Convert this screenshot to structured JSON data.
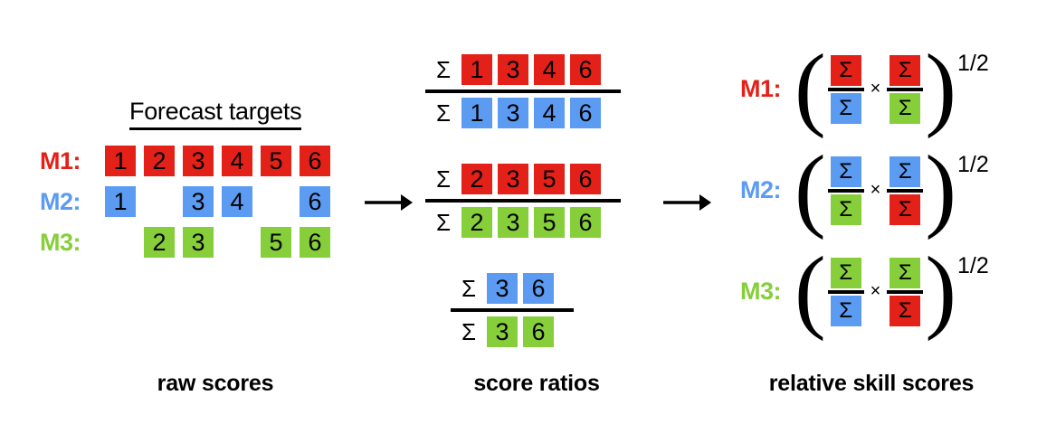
{
  "colors": {
    "red": "#E32119",
    "blue": "#5B9BF2",
    "green": "#86CF3A",
    "black": "#000000",
    "background": "#FFFFFF"
  },
  "symbols": {
    "sigma": "Σ",
    "times": "×",
    "paren_left": "(",
    "paren_right": ")",
    "exponent": "1/2",
    "arrow": "right-arrow"
  },
  "raw_scores": {
    "header": "Forecast targets",
    "caption": "raw scores",
    "columns": [
      "1",
      "2",
      "3",
      "4",
      "5",
      "6"
    ],
    "rows": [
      {
        "label": "M1:",
        "color": "red",
        "cells": [
          {
            "value": "1",
            "present": true
          },
          {
            "value": "2",
            "present": true
          },
          {
            "value": "3",
            "present": true
          },
          {
            "value": "4",
            "present": true
          },
          {
            "value": "5",
            "present": true
          },
          {
            "value": "6",
            "present": true
          }
        ]
      },
      {
        "label": "M2:",
        "color": "blue",
        "cells": [
          {
            "value": "1",
            "present": true
          },
          {
            "value": "",
            "present": false
          },
          {
            "value": "3",
            "present": true
          },
          {
            "value": "4",
            "present": true
          },
          {
            "value": "",
            "present": false
          },
          {
            "value": "6",
            "present": true
          }
        ]
      },
      {
        "label": "M3:",
        "color": "green",
        "cells": [
          {
            "value": "",
            "present": false
          },
          {
            "value": "2",
            "present": true
          },
          {
            "value": "3",
            "present": true
          },
          {
            "value": "",
            "present": false
          },
          {
            "value": "5",
            "present": true
          },
          {
            "value": "6",
            "present": true
          }
        ]
      }
    ]
  },
  "score_ratios": {
    "caption": "score ratios",
    "fractions": [
      {
        "numerator": {
          "sigma": "Σ",
          "color": "red",
          "values": [
            "1",
            "3",
            "4",
            "6"
          ]
        },
        "denominator": {
          "sigma": "Σ",
          "color": "blue",
          "values": [
            "1",
            "3",
            "4",
            "6"
          ]
        }
      },
      {
        "numerator": {
          "sigma": "Σ",
          "color": "red",
          "values": [
            "2",
            "3",
            "5",
            "6"
          ]
        },
        "denominator": {
          "sigma": "Σ",
          "color": "green",
          "values": [
            "2",
            "3",
            "5",
            "6"
          ]
        }
      },
      {
        "numerator": {
          "sigma": "Σ",
          "color": "blue",
          "values": [
            "3",
            "6"
          ]
        },
        "denominator": {
          "sigma": "Σ",
          "color": "green",
          "values": [
            "3",
            "6"
          ]
        }
      }
    ]
  },
  "relative_skill_scores": {
    "caption": "relative skill scores",
    "rows": [
      {
        "label": "M1:",
        "color": "red",
        "exponent": "1/2",
        "terms": [
          {
            "numerator_color": "red",
            "denominator_color": "blue"
          },
          {
            "numerator_color": "red",
            "denominator_color": "green"
          }
        ]
      },
      {
        "label": "M2:",
        "color": "blue",
        "exponent": "1/2",
        "terms": [
          {
            "numerator_color": "blue",
            "denominator_color": "green"
          },
          {
            "numerator_color": "blue",
            "denominator_color": "red"
          }
        ]
      },
      {
        "label": "M3:",
        "color": "green",
        "exponent": "1/2",
        "terms": [
          {
            "numerator_color": "green",
            "denominator_color": "blue"
          },
          {
            "numerator_color": "green",
            "denominator_color": "red"
          }
        ]
      }
    ]
  }
}
